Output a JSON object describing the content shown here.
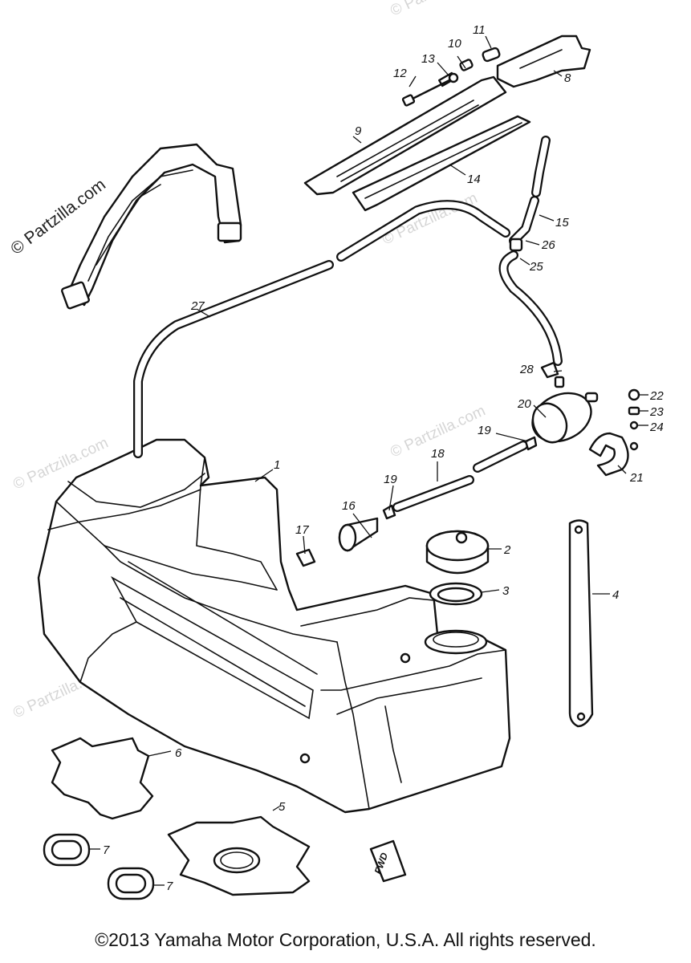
{
  "watermark": {
    "main": "© Partzilla.com",
    "faint": "© Partzilla.com"
  },
  "callouts": [
    "1",
    "2",
    "3",
    "4",
    "5",
    "6",
    "7",
    "8",
    "9",
    "10",
    "11",
    "12",
    "13",
    "14",
    "15",
    "16",
    "17",
    "18",
    "19",
    "20",
    "21",
    "22",
    "23",
    "24",
    "25",
    "26",
    "27",
    "28"
  ],
  "fwd_mark": "FWD",
  "copyright": "©2013 Yamaha Motor Corporation, U.S.A. All rights reserved."
}
